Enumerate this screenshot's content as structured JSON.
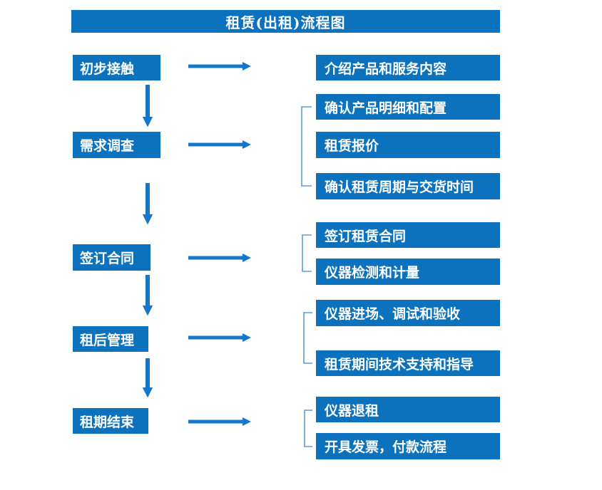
{
  "title": "租赁(出租)流程图",
  "colors": {
    "box_blue": "#0d72bd",
    "arrow_blue": "#1577c9",
    "bracket_blue": "#5b9bd5",
    "text_white": "#ffffff",
    "background": "#ffffff"
  },
  "steps": [
    {
      "label": "初步接触",
      "details": [
        "介绍产品和服务内容"
      ]
    },
    {
      "label": "需求调查",
      "details": [
        "确认产品明细和配置",
        "租赁报价",
        "确认租赁周期与交货时间"
      ]
    },
    {
      "label": "签订合同",
      "details": [
        "签订租赁合同",
        "仪器检测和计量"
      ]
    },
    {
      "label": "租后管理",
      "details": [
        "仪器进场、调试和验收",
        "租赁期间技术支持和指导"
      ]
    },
    {
      "label": "租期结束",
      "details": [
        "仪器退租",
        "开具发票，付款流程"
      ]
    }
  ]
}
